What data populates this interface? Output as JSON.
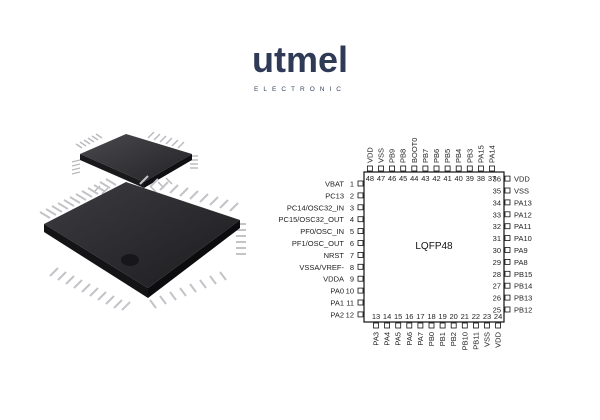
{
  "logo": {
    "brand": "utmel",
    "subtitle": "ELECTRONIC",
    "brand_color": "#2e3a56",
    "accent_color": "#1a4fa0"
  },
  "package": {
    "name": "LQFP48",
    "left_pins": [
      {
        "num": "1",
        "name": "VBAT"
      },
      {
        "num": "2",
        "name": "PC13"
      },
      {
        "num": "3",
        "name": "PC14/OSC32_IN"
      },
      {
        "num": "4",
        "name": "PC15/OSC32_OUT"
      },
      {
        "num": "5",
        "name": "PF0/OSC_IN"
      },
      {
        "num": "6",
        "name": "PF1/OSC_OUT"
      },
      {
        "num": "7",
        "name": "NRST"
      },
      {
        "num": "8",
        "name": "VSSA/VREF-"
      },
      {
        "num": "9",
        "name": "VDDA"
      },
      {
        "num": "10",
        "name": "PA0"
      },
      {
        "num": "11",
        "name": "PA1"
      },
      {
        "num": "12",
        "name": "PA2"
      }
    ],
    "bottom_pins": [
      {
        "num": "13",
        "name": "PA3"
      },
      {
        "num": "14",
        "name": "PA4"
      },
      {
        "num": "15",
        "name": "PA5"
      },
      {
        "num": "16",
        "name": "PA6"
      },
      {
        "num": "17",
        "name": "PA7"
      },
      {
        "num": "18",
        "name": "PB0"
      },
      {
        "num": "19",
        "name": "PB1"
      },
      {
        "num": "20",
        "name": "PB2"
      },
      {
        "num": "21",
        "name": "PB10"
      },
      {
        "num": "22",
        "name": "PB11"
      },
      {
        "num": "23",
        "name": "VSS"
      },
      {
        "num": "24",
        "name": "VDD"
      }
    ],
    "right_pins": [
      {
        "num": "25",
        "name": "PB12"
      },
      {
        "num": "26",
        "name": "PB13"
      },
      {
        "num": "27",
        "name": "PB14"
      },
      {
        "num": "28",
        "name": "PB15"
      },
      {
        "num": "29",
        "name": "PA8"
      },
      {
        "num": "30",
        "name": "PA9"
      },
      {
        "num": "31",
        "name": "PA10"
      },
      {
        "num": "32",
        "name": "PA11"
      },
      {
        "num": "33",
        "name": "PA12"
      },
      {
        "num": "34",
        "name": "PA13"
      },
      {
        "num": "35",
        "name": "VSS"
      },
      {
        "num": "36",
        "name": "VDD"
      }
    ],
    "top_pins": [
      {
        "num": "37",
        "name": "PA14"
      },
      {
        "num": "38",
        "name": "PA15"
      },
      {
        "num": "39",
        "name": "PB3"
      },
      {
        "num": "40",
        "name": "PB4"
      },
      {
        "num": "41",
        "name": "PB5"
      },
      {
        "num": "42",
        "name": "PB6"
      },
      {
        "num": "43",
        "name": "PB7"
      },
      {
        "num": "44",
        "name": "BOOT0"
      },
      {
        "num": "45",
        "name": "PB8"
      },
      {
        "num": "46",
        "name": "PB9"
      },
      {
        "num": "47",
        "name": "VSS"
      },
      {
        "num": "48",
        "name": "VDD"
      }
    ]
  }
}
